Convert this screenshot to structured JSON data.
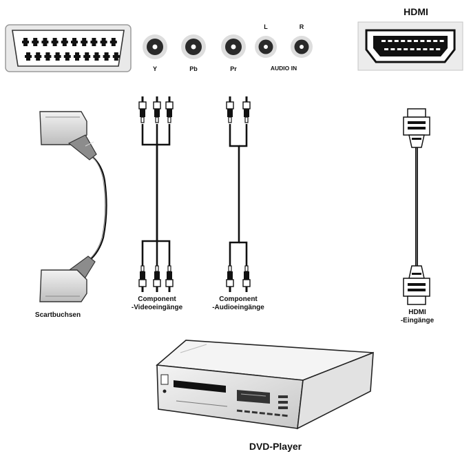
{
  "panel": {
    "jack_y": "Y",
    "jack_pb": "Pb",
    "jack_pr": "Pr",
    "jack_l": "L",
    "jack_r": "R",
    "audio_in": "AUDIO IN",
    "hdmi_title": "HDMI"
  },
  "cables": {
    "scart_label": "Scartbuchsen",
    "component_video_line1": "Component",
    "component_video_line2": "-Videoeingänge",
    "component_audio_line1": "Component",
    "component_audio_line2": "-Audioeingänge",
    "hdmi_line1": "HDMI",
    "hdmi_line2": "-Eingänge"
  },
  "device": {
    "label": "DVD-Player"
  },
  "colors": {
    "panel_bg": "#eeeeee",
    "jack_ring": "#d7d7d7",
    "jack_core": "#2a2a2a",
    "cable": "#111111",
    "plug_grey": "#cfcfcf"
  }
}
